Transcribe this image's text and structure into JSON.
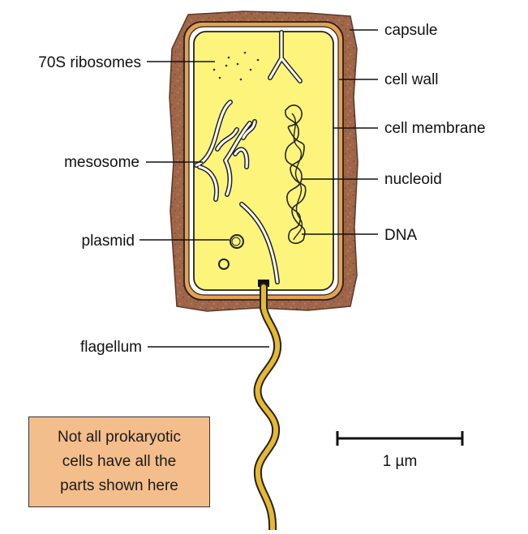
{
  "labels": {
    "capsule": "capsule",
    "cell_wall": "cell wall",
    "cell_membrane": "cell membrane",
    "nucleoid": "nucleoid",
    "dna": "DNA",
    "ribosomes": "70S ribosomes",
    "mesosome": "mesosome",
    "plasmid": "plasmid",
    "flagellum": "flagellum"
  },
  "note": {
    "line1": "Not all prokaryotic",
    "line2": "cells have all the",
    "line3": "parts shown here"
  },
  "scale_bar": {
    "label": "1 µm"
  },
  "colors": {
    "capsule": "#a0664a",
    "cell_wall": "#e8a04c",
    "cytoplasm": "#fdf47c",
    "flagellum": "#e8b82e",
    "note_box": "#f4be8c"
  }
}
